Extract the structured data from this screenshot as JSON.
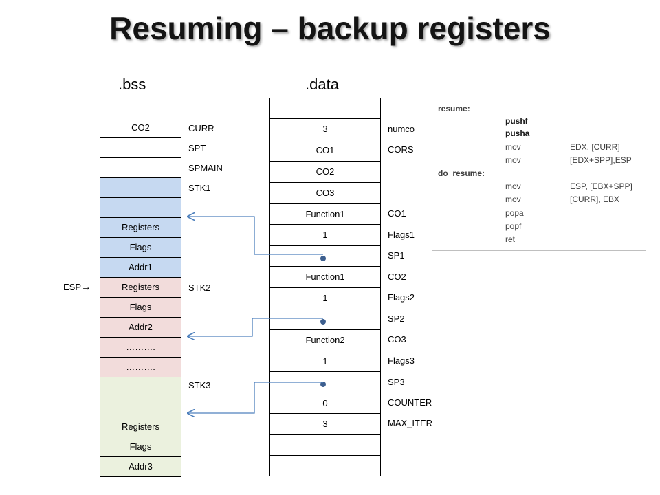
{
  "title": "Resuming – backup registers",
  "bss": {
    "header": ".bss",
    "cells": [
      {
        "text": "",
        "color": "#ffffff"
      },
      {
        "text": "CO2",
        "color": "#ffffff"
      },
      {
        "text": "",
        "color": "#ffffff"
      },
      {
        "text": "",
        "color": "#ffffff"
      },
      {
        "text": "",
        "color": "#c6d9f1"
      },
      {
        "text": "",
        "color": "#c6d9f1"
      },
      {
        "text": "Registers",
        "color": "#c6d9f1"
      },
      {
        "text": "Flags",
        "color": "#c6d9f1"
      },
      {
        "text": "Addr1",
        "color": "#c6d9f1"
      },
      {
        "text": "Registers",
        "color": "#f2dcdb"
      },
      {
        "text": "Flags",
        "color": "#f2dcdb"
      },
      {
        "text": "Addr2",
        "color": "#f2dcdb"
      },
      {
        "text": "……….",
        "color": "#f2dcdb"
      },
      {
        "text": "……….",
        "color": "#f2dcdb"
      },
      {
        "text": "",
        "color": "#ebf1de"
      },
      {
        "text": "",
        "color": "#ebf1de"
      },
      {
        "text": "Registers",
        "color": "#ebf1de"
      },
      {
        "text": "Flags",
        "color": "#ebf1de"
      },
      {
        "text": "Addr3",
        "color": "#ebf1de"
      }
    ],
    "labels": {
      "curr": "CURR",
      "spt": "SPT",
      "spmain": "SPMAIN",
      "stk1": "STK1",
      "stk2": "STK2",
      "stk3": "STK3"
    },
    "esp_label": "ESP",
    "esp_arrow": "→"
  },
  "data_section": {
    "header": ".data",
    "cells": [
      "",
      "3",
      "CO1",
      "CO2",
      "CO3",
      "Function1",
      "1",
      "•",
      "Function1",
      "1",
      "•",
      "Function2",
      "1",
      "•",
      "0",
      "3",
      "",
      ""
    ],
    "labels": {
      "numco": "numco",
      "cors": "CORS",
      "co1": "CO1",
      "flags1": "Flags1",
      "sp1": "SP1",
      "co2": "CO2",
      "flags2": "Flags2",
      "sp2": "SP2",
      "co3": "CO3",
      "flags3": "Flags3",
      "sp3": "SP3",
      "counter": "COUNTER",
      "max_iter": "MAX_ITER"
    }
  },
  "code": {
    "resume_label": "resume:",
    "pushf": "pushf",
    "pusha": "pusha",
    "mov1": "mov",
    "mov1_operands": "EDX, [CURR]",
    "mov2": "mov",
    "mov2_operands": "[EDX+SPP],ESP",
    "do_resume_label": "do_resume:",
    "mov3": "mov",
    "mov3_operands": "ESP, [EBX+SPP]",
    "mov4": "mov",
    "mov4_operands": "[CURR], EBX",
    "popa": "popa",
    "popf": "popf",
    "ret": "ret"
  },
  "colors": {
    "arrow": "#4f81bd",
    "stk1": "#c6d9f1",
    "stk2": "#f2dcdb",
    "stk3": "#ebf1de"
  }
}
